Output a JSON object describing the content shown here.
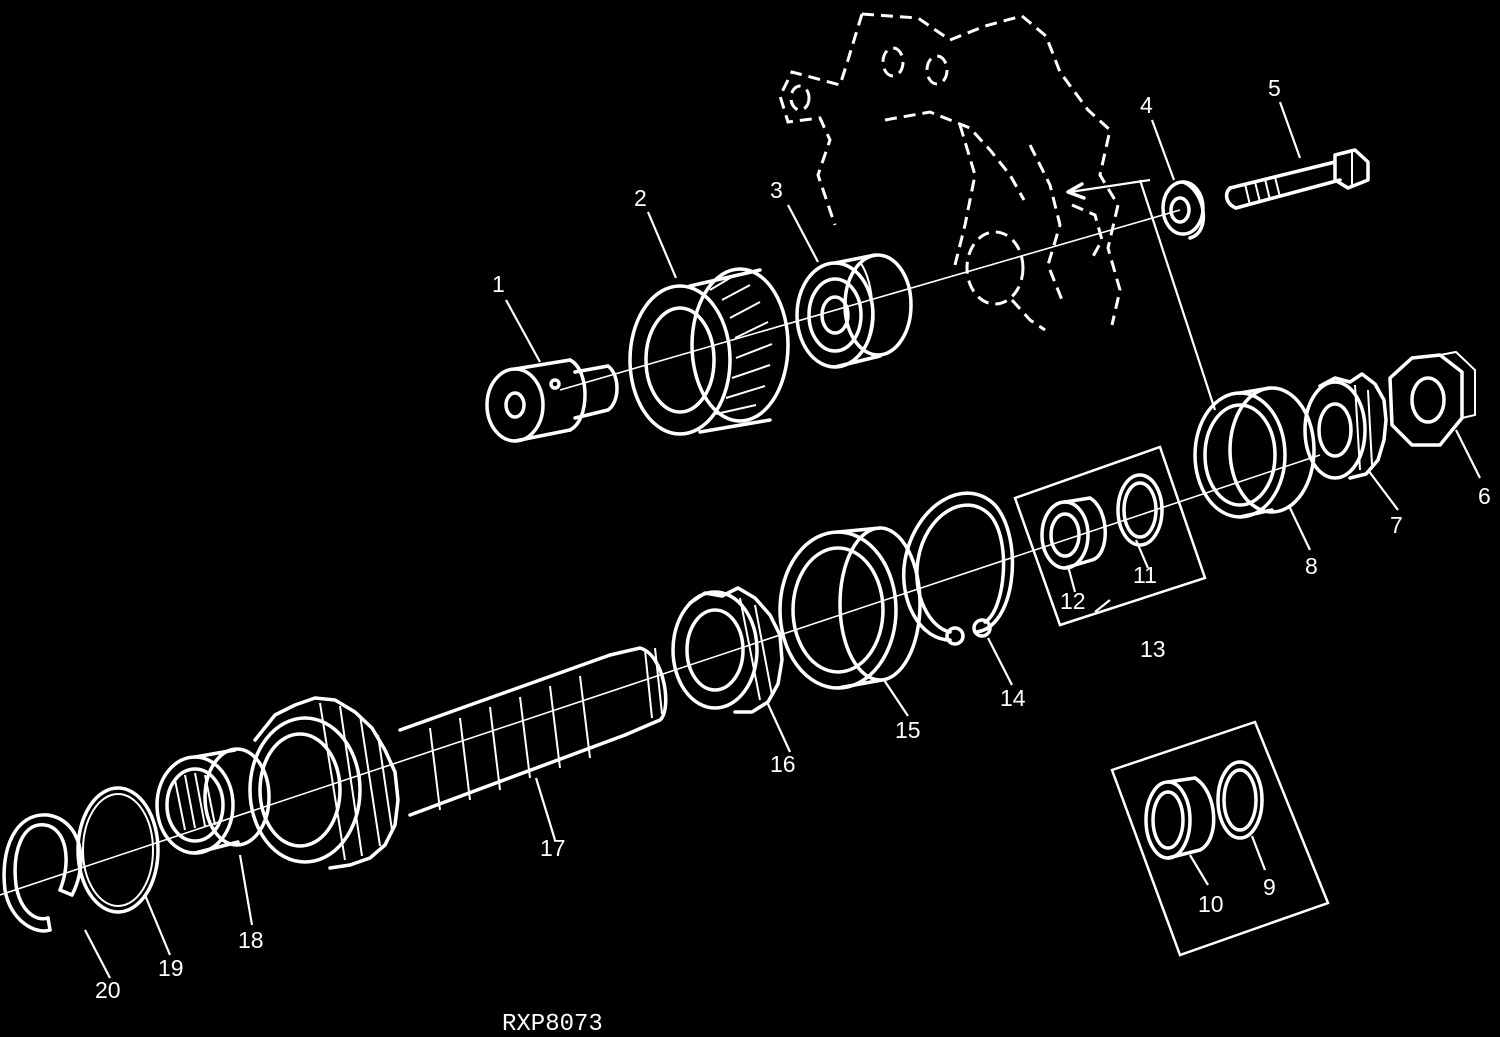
{
  "figure_code": "RXP8073",
  "callouts": [
    "1",
    "2",
    "3",
    "4",
    "5",
    "6",
    "7",
    "8",
    "9",
    "10",
    "11",
    "12",
    "13",
    "14",
    "15",
    "16",
    "17",
    "18",
    "19",
    "20"
  ],
  "colors": {
    "background": "#000000",
    "line": "#ffffff"
  }
}
